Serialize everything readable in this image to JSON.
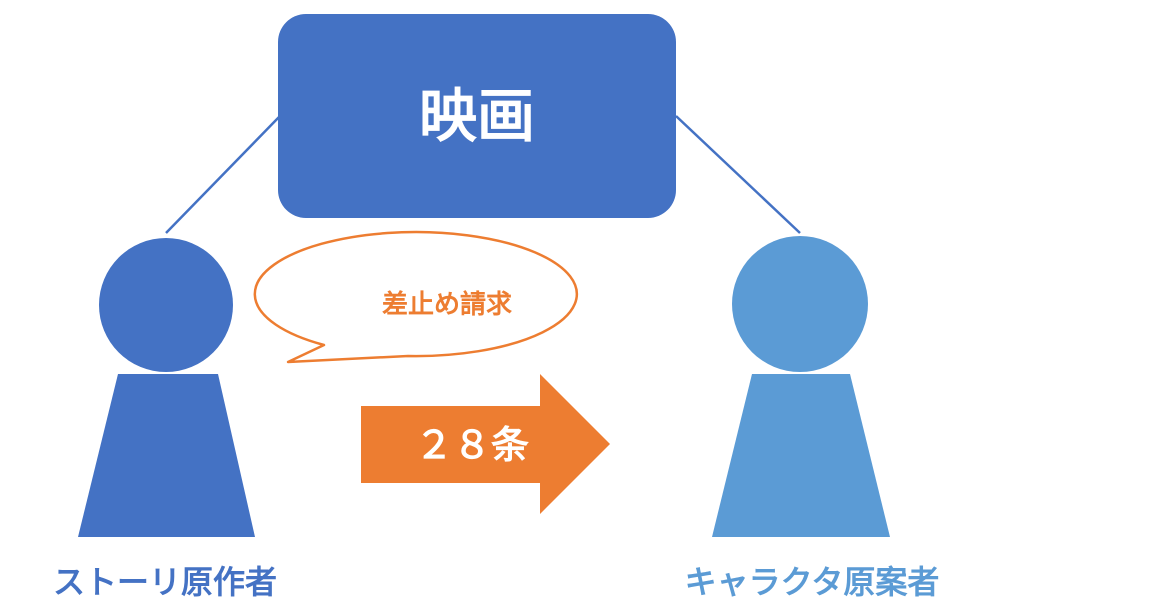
{
  "movie": {
    "label": "映画"
  },
  "speech_bubble": {
    "label": "差止め請求"
  },
  "arrow": {
    "label": "２８条"
  },
  "left_person": {
    "label": "ストーリ原作者"
  },
  "right_person": {
    "label": "キャラクタ原案者"
  },
  "colors": {
    "movie_box": "#4472c4",
    "left_person": "#4472c4",
    "right_person": "#5b9bd5",
    "accent_orange": "#ed7d31",
    "connector_line": "#4472c4",
    "white_text": "#ffffff"
  }
}
